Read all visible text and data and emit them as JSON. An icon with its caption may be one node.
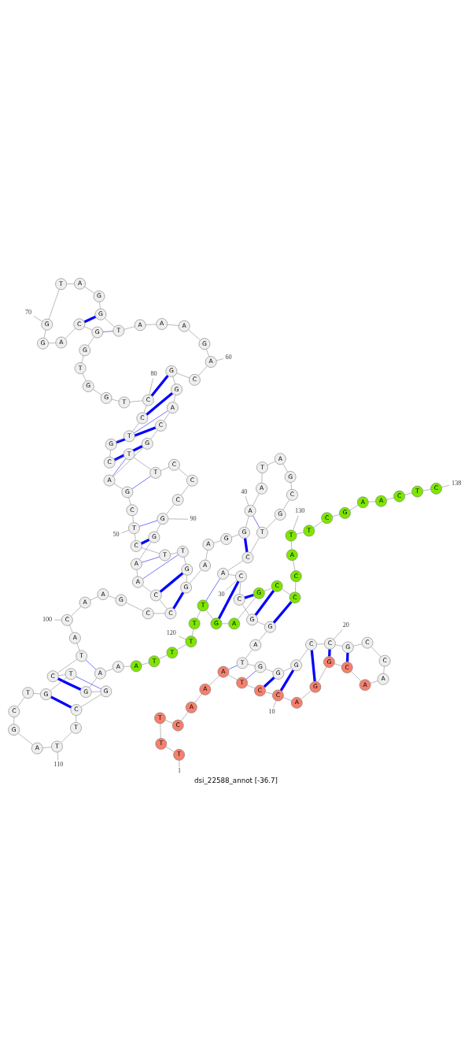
{
  "diagram": {
    "caption": "dsi_22588_annot [-36.7]",
    "nodes": [
      {
        "text": [
          "T"
        ]
      },
      {
        "text": [
          "T"
        ]
      },
      {
        "text": [
          "T"
        ]
      },
      {
        "text": [
          "C"
        ]
      },
      {
        "text": [
          "A"
        ]
      },
      {
        "text": [
          "A"
        ]
      },
      {
        "text": [
          "A"
        ]
      },
      {
        "text": [
          "T"
        ]
      },
      {
        "text": [
          "C"
        ]
      },
      {
        "text": [
          "C"
        ]
      },
      {
        "text": [
          "A"
        ]
      },
      {
        "text": [
          "G"
        ]
      },
      {
        "text": [
          "G"
        ]
      },
      {
        "text": [
          "C"
        ]
      },
      {
        "text": [
          "A"
        ]
      },
      {
        "text": [
          "A"
        ]
      },
      {
        "text": [
          "C"
        ]
      },
      {
        "text": [
          "C"
        ]
      },
      {
        "text": [
          "G"
        ]
      },
      {
        "text": [
          "C"
        ]
      },
      {
        "text": [
          "C"
        ]
      },
      {
        "text": [
          "G"
        ]
      },
      {
        "text": [
          "G"
        ]
      },
      {
        "text": [
          "G"
        ]
      },
      {
        "text": [
          "T"
        ]
      },
      {
        "text": [
          "A"
        ]
      },
      {
        "text": [
          "G"
        ]
      },
      {
        "text": [
          "G"
        ]
      },
      {
        "text": [
          "C"
        ]
      },
      {
        "text": [
          "C"
        ]
      },
      {
        "text": [
          "A"
        ]
      },
      {
        "text": [
          "C"
        ]
      },
      {
        "text": [
          "T"
        ]
      },
      {
        "text": [
          "G"
        ]
      },
      {
        "text": [
          "C"
        ]
      },
      {
        "text": [
          "G"
        ]
      },
      {
        "text": [
          "A"
        ]
      },
      {
        "text": [
          "T"
        ]
      },
      {
        "text": [
          "A"
        ]
      },
      {
        "text": [
          "A"
        ]
      },
      {
        "text": [
          "G"
        ]
      },
      {
        "text": [
          "G"
        ]
      },
      {
        "text": [
          "A"
        ]
      },
      {
        "text": [
          "A"
        ]
      },
      {
        "text": [
          "G"
        ]
      },
      {
        "text": [
          "G"
        ]
      },
      {
        "text": [
          "T"
        ]
      },
      {
        "text": [
          "T"
        ]
      },
      {
        "text": [
          "C"
        ]
      },
      {
        "text": [
          "T"
        ]
      },
      {
        "text": [
          "C"
        ]
      },
      {
        "text": [
          "G"
        ]
      },
      {
        "text": [
          "A"
        ]
      },
      {
        "text": [
          "G"
        ]
      },
      {
        "text": [
          "C"
        ]
      },
      {
        "text": [
          "A"
        ]
      },
      {
        "text": [
          "G"
        ]
      },
      {
        "text": [
          "G"
        ]
      },
      {
        "text": [
          "C"
        ]
      },
      {
        "text": [
          "A"
        ]
      },
      {
        "text": [
          "G"
        ]
      },
      {
        "text": [
          "A"
        ]
      },
      {
        "text": [
          "A"
        ]
      },
      {
        "text": [
          "A"
        ]
      },
      {
        "text": [
          "T"
        ]
      },
      {
        "text": [
          "G"
        ]
      },
      {
        "text": [
          "G"
        ]
      },
      {
        "text": [
          "A"
        ]
      },
      {
        "text": [
          "T"
        ]
      },
      {
        "text": [
          "G"
        ]
      },
      {
        "text": [
          "G"
        ]
      },
      {
        "text": [
          "A"
        ]
      },
      {
        "text": [
          "C"
        ]
      },
      {
        "text": [
          "G"
        ]
      },
      {
        "text": [
          "G"
        ]
      },
      {
        "text": [
          "T"
        ]
      },
      {
        "text": [
          "G"
        ]
      },
      {
        "text": [
          "G"
        ]
      },
      {
        "text": [
          "T"
        ]
      },
      {
        "text": [
          "C"
        ]
      },
      {
        "text": [
          "C"
        ]
      },
      {
        "text": [
          "T"
        ]
      },
      {
        "text": [
          "G"
        ]
      },
      {
        "text": [
          "C"
        ]
      },
      {
        "text": [
          "T"
        ]
      },
      {
        "text": [
          "T"
        ]
      },
      {
        "text": [
          "C"
        ]
      },
      {
        "text": [
          "C"
        ]
      },
      {
        "text": [
          "C"
        ]
      },
      {
        "text": [
          "G"
        ]
      },
      {
        "text": [
          "G"
        ]
      },
      {
        "text": [
          "A"
        ]
      },
      {
        "text": [
          "A"
        ]
      },
      {
        "text": [
          "C"
        ]
      },
      {
        "text": [
          "C"
        ]
      },
      {
        "text": [
          "C"
        ]
      },
      {
        "text": [
          "G"
        ]
      },
      {
        "text": [
          "A"
        ]
      },
      {
        "text": [
          "A"
        ]
      },
      {
        "text": [
          "C"
        ]
      },
      {
        "text": [
          "A"
        ]
      },
      {
        "text": [
          "T"
        ]
      },
      {
        "text": [
          "C"
        ]
      },
      {
        "text": [
          "T"
        ]
      },
      {
        "text": [
          "G"
        ]
      },
      {
        "text": [
          "T"
        ]
      },
      {
        "text": [
          "C"
        ]
      },
      {
        "text": [
          "G"
        ]
      },
      {
        "text": [
          "A"
        ]
      },
      {
        "text": [
          "T"
        ]
      },
      {
        "text": [
          "T"
        ]
      },
      {
        "text": [
          "C"
        ]
      },
      {
        "text": [
          "G"
        ]
      },
      {
        "text": [
          "G"
        ]
      },
      {
        "text": [
          "A"
        ]
      },
      {
        "text": [
          "A"
        ]
      },
      {
        "text": [
          "A"
        ]
      },
      {
        "text": [
          "T"
        ]
      },
      {
        "text": [
          "T"
        ]
      },
      {
        "text": [
          "T"
        ]
      },
      {
        "text": [
          "T"
        ]
      },
      {
        "text": [
          "T"
        ]
      },
      {
        "text": [
          "G"
        ]
      },
      {
        "text": [
          "A"
        ]
      },
      {
        "text": [
          "G"
        ]
      },
      {
        "text": [
          "C"
        ]
      },
      {
        "text": [
          "C"
        ]
      },
      {
        "text": [
          "C"
        ]
      },
      {
        "text": [
          "A"
        ]
      },
      {
        "text": [
          "T"
        ]
      },
      {
        "text": [
          "T"
        ]
      },
      {
        "text": [
          "C"
        ]
      },
      {
        "text": [
          "G"
        ]
      },
      {
        "text": [
          "A"
        ]
      },
      {
        "text": [
          "A"
        ]
      },
      {
        "text": [
          "C"
        ]
      },
      {
        "text": [
          "T"
        ]
      },
      {
        "text": [
          "C"
        ]
      },
      {
        "text": [
          "70"
        ]
      },
      {
        "text": [
          "60"
        ]
      },
      {
        "text": [
          "80"
        ]
      },
      {
        "text": [
          "50"
        ]
      },
      {
        "text": [
          "90"
        ]
      },
      {
        "text": [
          "40"
        ]
      },
      {
        "text": [
          "100"
        ]
      },
      {
        "text": [
          "30"
        ]
      },
      {
        "text": [
          "130"
        ]
      },
      {
        "text": [
          "110"
        ]
      },
      {
        "text": [
          "120"
        ]
      },
      {
        "text": [
          "20"
        ]
      },
      {
        "text": [
          "10"
        ]
      },
      {
        "text": [
          "1"
        ]
      },
      {
        "text": [
          "138"
        ]
      }
    ],
    "edges": [
      {
        "from": 0,
        "to": 1,
        "arrow": "none"
      },
      {
        "from": 1,
        "to": 2,
        "arrow": "none"
      },
      {
        "from": 2,
        "to": 3,
        "arrow": "none"
      },
      {
        "from": 3,
        "to": 4,
        "arrow": "none"
      },
      {
        "from": 4,
        "to": 5,
        "arrow": "none"
      },
      {
        "from": 5,
        "to": 6,
        "arrow": "none"
      },
      {
        "from": 6,
        "to": 7,
        "arrow": "none"
      },
      {
        "from": 7,
        "to": 8,
        "arrow": "none"
      },
      {
        "from": 8,
        "to": 9,
        "arrow": "none"
      },
      {
        "from": 9,
        "to": 10,
        "arrow": "none"
      },
      {
        "from": 10,
        "to": 11,
        "arrow": "none"
      },
      {
        "from": 11,
        "to": 12,
        "arrow": "none"
      },
      {
        "from": 12,
        "to": 13,
        "arrow": "none"
      },
      {
        "from": 13,
        "to": 14,
        "arrow": "none"
      },
      {
        "from": 14,
        "to": 15,
        "arrow": "none"
      },
      {
        "from": 15,
        "to": 16,
        "arrow": "none"
      },
      {
        "from": 16,
        "to": 17,
        "arrow": "none"
      },
      {
        "from": 17,
        "to": 18,
        "arrow": "none"
      },
      {
        "from": 18,
        "to": 19,
        "arrow": "none"
      },
      {
        "from": 19,
        "to": 20,
        "arrow": "none"
      },
      {
        "from": 20,
        "to": 21,
        "arrow": "none"
      },
      {
        "from": 21,
        "to": 22,
        "arrow": "none"
      },
      {
        "from": 22,
        "to": 23,
        "arrow": "none"
      },
      {
        "from": 23,
        "to": 24,
        "arrow": "none"
      },
      {
        "from": 24,
        "to": 25,
        "arrow": "none"
      },
      {
        "from": 25,
        "to": 26,
        "arrow": "none"
      },
      {
        "from": 26,
        "to": 27,
        "arrow": "none"
      },
      {
        "from": 27,
        "to": 28,
        "arrow": "none"
      },
      {
        "from": 28,
        "to": 29,
        "arrow": "none"
      },
      {
        "from": 29,
        "to": 30,
        "arrow": "none"
      },
      {
        "from": 30,
        "to": 31,
        "arrow": "none"
      },
      {
        "from": 31,
        "to": 32,
        "arrow": "none"
      },
      {
        "from": 32,
        "to": 33,
        "arrow": "none"
      },
      {
        "from": 33,
        "to": 34,
        "arrow": "none"
      },
      {
        "from": 34,
        "to": 35,
        "arrow": "none"
      },
      {
        "from": 35,
        "to": 36,
        "arrow": "none"
      },
      {
        "from": 36,
        "to": 37,
        "arrow": "none"
      },
      {
        "from": 37,
        "to": 38,
        "arrow": "none"
      },
      {
        "from": 38,
        "to": 39,
        "arrow": "none"
      },
      {
        "from": 39,
        "to": 40,
        "arrow": "none"
      },
      {
        "from": 40,
        "to": 41,
        "arrow": "none"
      },
      {
        "from": 41,
        "to": 42,
        "arrow": "none"
      },
      {
        "from": 42,
        "to": 43,
        "arrow": "none"
      },
      {
        "from": 43,
        "to": 44,
        "arrow": "none"
      },
      {
        "from": 44,
        "to": 45,
        "arrow": "none"
      },
      {
        "from": 45,
        "to": 46,
        "arrow": "none"
      },
      {
        "from": 46,
        "to": 47,
        "arrow": "none"
      },
      {
        "from": 47,
        "to": 48,
        "arrow": "none"
      },
      {
        "from": 48,
        "to": 49,
        "arrow": "none"
      },
      {
        "from": 49,
        "to": 50,
        "arrow": "none"
      },
      {
        "from": 50,
        "to": 51,
        "arrow": "none"
      },
      {
        "from": 51,
        "to": 52,
        "arrow": "none"
      },
      {
        "from": 52,
        "to": 53,
        "arrow": "none"
      },
      {
        "from": 53,
        "to": 54,
        "arrow": "none"
      },
      {
        "from": 54,
        "to": 55,
        "arrow": "none"
      },
      {
        "from": 55,
        "to": 56,
        "arrow": "none"
      },
      {
        "from": 56,
        "to": 57,
        "arrow": "none"
      },
      {
        "from": 57,
        "to": 58,
        "arrow": "none"
      },
      {
        "from": 58,
        "to": 59,
        "arrow": "none"
      },
      {
        "from": 59,
        "to": 60,
        "arrow": "none"
      },
      {
        "from": 60,
        "to": 61,
        "arrow": "none"
      },
      {
        "from": 61,
        "to": 62,
        "arrow": "none"
      },
      {
        "from": 62,
        "to": 63,
        "arrow": "none"
      },
      {
        "from": 63,
        "to": 64,
        "arrow": "none"
      },
      {
        "from": 64,
        "to": 65,
        "arrow": "none"
      },
      {
        "from": 65,
        "to": 66,
        "arrow": "none"
      },
      {
        "from": 66,
        "to": 67,
        "arrow": "none"
      },
      {
        "from": 67,
        "to": 68,
        "arrow": "none"
      },
      {
        "from": 68,
        "to": 69,
        "arrow": "none"
      },
      {
        "from": 69,
        "to": 70,
        "arrow": "none"
      },
      {
        "from": 70,
        "to": 71,
        "arrow": "none"
      },
      {
        "from": 71,
        "to": 72,
        "arrow": "none"
      },
      {
        "from": 72,
        "to": 73,
        "arrow": "none"
      },
      {
        "from": 73,
        "to": 74,
        "arrow": "none"
      },
      {
        "from": 74,
        "to": 75,
        "arrow": "none"
      },
      {
        "from": 75,
        "to": 76,
        "arrow": "none"
      },
      {
        "from": 76,
        "to": 77,
        "arrow": "none"
      },
      {
        "from": 77,
        "to": 78,
        "arrow": "none"
      },
      {
        "from": 78,
        "to": 79,
        "arrow": "none"
      },
      {
        "from": 79,
        "to": 80,
        "arrow": "none"
      },
      {
        "from": 80,
        "to": 81,
        "arrow": "none"
      },
      {
        "from": 81,
        "to": 82,
        "arrow": "none"
      },
      {
        "from": 82,
        "to": 83,
        "arrow": "none"
      },
      {
        "from": 83,
        "to": 84,
        "arrow": "none"
      },
      {
        "from": 84,
        "to": 85,
        "arrow": "none"
      },
      {
        "from": 85,
        "to": 86,
        "arrow": "none"
      },
      {
        "from": 86,
        "to": 87,
        "arrow": "none"
      },
      {
        "from": 87,
        "to": 88,
        "arrow": "none"
      },
      {
        "from": 88,
        "to": 89,
        "arrow": "none"
      },
      {
        "from": 89,
        "to": 90,
        "arrow": "none"
      },
      {
        "from": 90,
        "to": 91,
        "arrow": "none"
      },
      {
        "from": 91,
        "to": 92,
        "arrow": "none"
      },
      {
        "from": 92,
        "to": 93,
        "arrow": "none"
      },
      {
        "from": 93,
        "to": 94,
        "arrow": "none"
      },
      {
        "from": 94,
        "to": 95,
        "arrow": "none"
      },
      {
        "from": 95,
        "to": 96,
        "arrow": "none"
      },
      {
        "from": 96,
        "to": 97,
        "arrow": "none"
      },
      {
        "from": 97,
        "to": 98,
        "arrow": "none"
      },
      {
        "from": 98,
        "to": 99,
        "arrow": "none"
      },
      {
        "from": 99,
        "to": 100,
        "arrow": "none"
      },
      {
        "from": 100,
        "to": 101,
        "arrow": "none"
      },
      {
        "from": 101,
        "to": 102,
        "arrow": "none"
      },
      {
        "from": 102,
        "to": 103,
        "arrow": "none"
      },
      {
        "from": 103,
        "to": 104,
        "arrow": "none"
      },
      {
        "from": 104,
        "to": 105,
        "arrow": "none"
      },
      {
        "from": 105,
        "to": 106,
        "arrow": "none"
      },
      {
        "from": 106,
        "to": 107,
        "arrow": "none"
      },
      {
        "from": 107,
        "to": 108,
        "arrow": "none"
      },
      {
        "from": 108,
        "to": 109,
        "arrow": "none"
      },
      {
        "from": 109,
        "to": 110,
        "arrow": "none"
      },
      {
        "from": 110,
        "to": 111,
        "arrow": "none"
      },
      {
        "from": 111,
        "to": 112,
        "arrow": "none"
      },
      {
        "from": 112,
        "to": 113,
        "arrow": "none"
      },
      {
        "from": 113,
        "to": 114,
        "arrow": "none"
      },
      {
        "from": 114,
        "to": 115,
        "arrow": "none"
      },
      {
        "from": 115,
        "to": 116,
        "arrow": "none"
      },
      {
        "from": 116,
        "to": 117,
        "arrow": "none"
      },
      {
        "from": 117,
        "to": 118,
        "arrow": "none"
      },
      {
        "from": 118,
        "to": 119,
        "arrow": "none"
      },
      {
        "from": 119,
        "to": 120,
        "arrow": "none"
      },
      {
        "from": 120,
        "to": 121,
        "arrow": "none"
      },
      {
        "from": 121,
        "to": 122,
        "arrow": "none"
      },
      {
        "from": 122,
        "to": 123,
        "arrow": "none"
      },
      {
        "from": 123,
        "to": 124,
        "arrow": "none"
      },
      {
        "from": 124,
        "to": 125,
        "arrow": "none"
      },
      {
        "from": 125,
        "to": 126,
        "arrow": "none"
      },
      {
        "from": 126,
        "to": 127,
        "arrow": "none"
      },
      {
        "from": 127,
        "to": 128,
        "arrow": "none"
      },
      {
        "from": 128,
        "to": 129,
        "arrow": "none"
      },
      {
        "from": 129,
        "to": 130,
        "arrow": "none"
      },
      {
        "from": 130,
        "to": 131,
        "arrow": "none"
      },
      {
        "from": 131,
        "to": 132,
        "arrow": "none"
      },
      {
        "from": 132,
        "to": 133,
        "arrow": "none"
      },
      {
        "from": 133,
        "to": 134,
        "arrow": "none"
      },
      {
        "from": 134,
        "to": 135,
        "arrow": "none"
      },
      {
        "from": 135,
        "to": 136,
        "arrow": "none"
      },
      {
        "from": 136,
        "to": 137,
        "arrow": "none"
      },
      {
        "from": 6,
        "to": 24,
        "arrow": "none",
        "color": "#0000ff"
      },
      {
        "from": 7,
        "to": 23,
        "arrow": "none",
        "color": "#0000ff"
      },
      {
        "from": 8,
        "to": 22,
        "arrow": "none",
        "color": "#0000ff",
        "style": "thick"
      },
      {
        "from": 9,
        "to": 21,
        "arrow": "none",
        "color": "#0000ff",
        "style": "thick"
      },
      {
        "from": 11,
        "to": 20,
        "arrow": "none",
        "color": "#0000ff",
        "style": "thick"
      },
      {
        "from": 12,
        "to": 19,
        "arrow": "none",
        "color": "#0000ff",
        "style": "thick"
      },
      {
        "from": 13,
        "to": 18,
        "arrow": "none",
        "color": "#0000ff",
        "style": "thick"
      },
      {
        "from": 26,
        "to": 126,
        "arrow": "none",
        "color": "#0000ff",
        "style": "thick"
      },
      {
        "from": 27,
        "to": 125,
        "arrow": "none",
        "color": "#0000ff",
        "style": "thick"
      },
      {
        "from": 28,
        "to": 124,
        "arrow": "none",
        "color": "#0000ff",
        "style": "thick"
      },
      {
        "from": 29,
        "to": 122,
        "arrow": "none",
        "color": "#0000ff",
        "style": "thick"
      },
      {
        "from": 30,
        "to": 121,
        "arrow": "none",
        "color": "#0000ff"
      },
      {
        "from": 31,
        "to": 40,
        "arrow": "none",
        "color": "#0000ff",
        "style": "thick"
      },
      {
        "from": 32,
        "to": 39,
        "arrow": "none",
        "color": "#0000ff"
      },
      {
        "from": 44,
        "to": 94,
        "arrow": "none",
        "color": "#0000ff",
        "style": "thick"
      },
      {
        "from": 45,
        "to": 93,
        "arrow": "none",
        "color": "#0000ff",
        "style": "thick"
      },
      {
        "from": 46,
        "to": 92,
        "arrow": "none",
        "color": "#0000ff"
      },
      {
        "from": 47,
        "to": 91,
        "arrow": "none",
        "color": "#0000ff"
      },
      {
        "from": 48,
        "to": 90,
        "arrow": "none",
        "color": "#0000ff",
        "style": "thick"
      },
      {
        "from": 49,
        "to": 89,
        "arrow": "none",
        "color": "#0000ff"
      },
      {
        "from": 51,
        "to": 85,
        "arrow": "none",
        "color": "#0000ff"
      },
      {
        "from": 52,
        "to": 84,
        "arrow": "none",
        "color": "#0000ff"
      },
      {
        "from": 53,
        "to": 83,
        "arrow": "none",
        "color": "#0000ff",
        "style": "thick"
      },
      {
        "from": 54,
        "to": 82,
        "arrow": "none",
        "color": "#0000ff",
        "style": "thick"
      },
      {
        "from": 55,
        "to": 81,
        "arrow": "none",
        "color": "#0000ff"
      },
      {
        "from": 56,
        "to": 80,
        "arrow": "none",
        "color": "#0000ff",
        "style": "thick"
      },
      {
        "from": 57,
        "to": 79,
        "arrow": "none",
        "color": "#0000ff",
        "style": "thick"
      },
      {
        "from": 64,
        "to": 73,
        "arrow": "none",
        "color": "#0000ff"
      },
      {
        "from": 65,
        "to": 72,
        "arrow": "none",
        "color": "#0000ff",
        "style": "thick"
      },
      {
        "from": 101,
        "to": 114,
        "arrow": "none",
        "color": "#0000ff"
      },
      {
        "from": 102,
        "to": 113,
        "arrow": "none",
        "color": "#0000ff",
        "style": "thick"
      },
      {
        "from": 103,
        "to": 112,
        "arrow": "none",
        "color": "#0000ff"
      },
      {
        "from": 104,
        "to": 111,
        "arrow": "none",
        "color": "#0000ff",
        "style": "thick"
      },
      {
        "from": 138,
        "to": 69,
        "arrow": "none"
      },
      {
        "from": 139,
        "to": 59,
        "arrow": "none"
      },
      {
        "from": 140,
        "to": 79,
        "arrow": "none"
      },
      {
        "from": 141,
        "to": 49,
        "arrow": "none"
      },
      {
        "from": 142,
        "to": 89,
        "arrow": "none"
      },
      {
        "from": 143,
        "to": 39,
        "arrow": "none"
      },
      {
        "from": 144,
        "to": 99,
        "arrow": "none"
      },
      {
        "from": 145,
        "to": 29,
        "arrow": "none"
      },
      {
        "from": 146,
        "to": 129,
        "arrow": "none"
      },
      {
        "from": 147,
        "to": 109,
        "arrow": "none"
      },
      {
        "from": 148,
        "to": 119,
        "arrow": "none"
      },
      {
        "from": 149,
        "to": 19,
        "arrow": "none"
      },
      {
        "from": 150,
        "to": 9,
        "arrow": "none"
      },
      {
        "from": 151,
        "to": 0,
        "arrow": "none"
      },
      {
        "from": 152,
        "to": 137,
        "arrow": "none"
      }
    ]
  }
}
